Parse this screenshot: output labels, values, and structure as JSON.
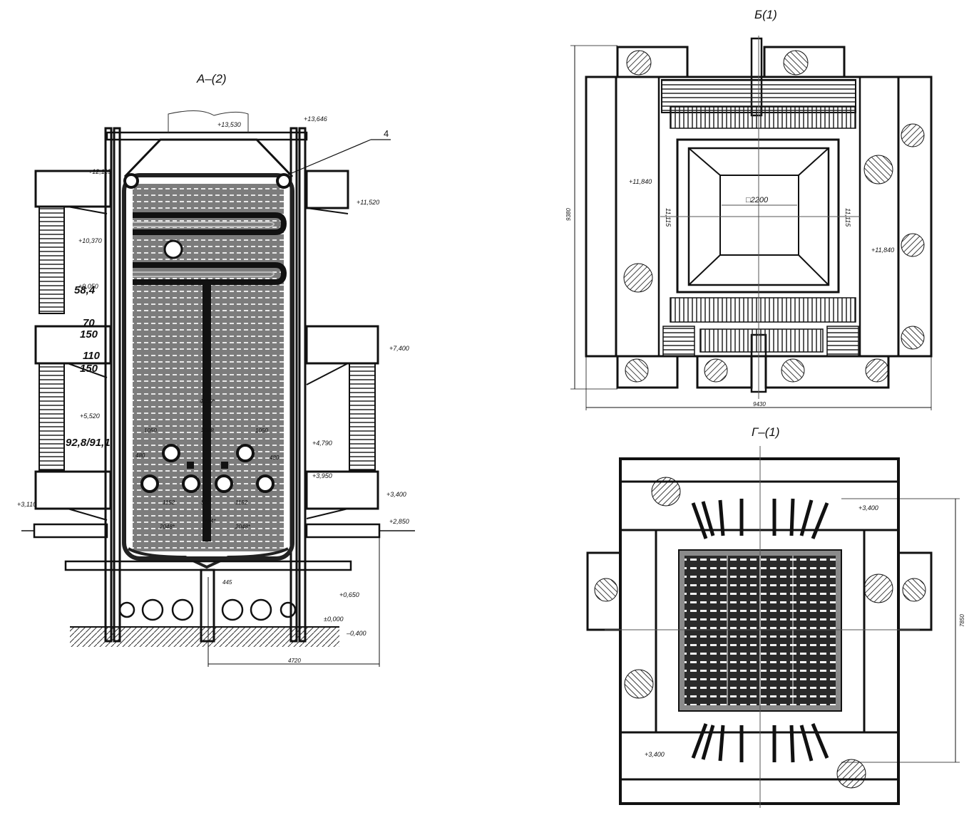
{
  "views": {
    "a": {
      "title": "A–(2)"
    },
    "b": {
      "title": "Б(1)"
    },
    "g": {
      "title": "Г–(1)"
    }
  },
  "callout": {
    "number": "4"
  },
  "elevations_a": {
    "e13646": "+13,646",
    "e13530": "+13,530",
    "e12115": "+12,115",
    "e11520": "+11,520",
    "e10370": "+10,370",
    "e9050": "+9,050",
    "e7400": "+7,400",
    "e5520": "+5,520",
    "e4790": "+4,790",
    "e3950": "+3,950",
    "e3400": "+3,400",
    "e3110": "+3,110",
    "e2850": "+2,850",
    "e0650": "+0,650",
    "e0000": "±0,000",
    "e0400": "–0,400"
  },
  "bold_values": {
    "v1": "58,4",
    "v2": "70",
    "v3": "150",
    "v4": "110",
    "v5": "150",
    "v6": "92,8/91,1"
  },
  "dims_a": {
    "d1050a": "1050",
    "d2048": "2048",
    "d1050b": "1050",
    "d480a": "480",
    "d480b": "480",
    "d1152a": "1152",
    "d896": "896",
    "d1152b": "1152",
    "d2048a": "2048*",
    "d2048b": "2048*",
    "d764": "764*",
    "d4160": "4160*",
    "d445": "445",
    "d4720": "4720"
  },
  "dims_b": {
    "sq": "□2200",
    "e11840a": "+11,840",
    "e11840b": "+11,840",
    "h9380": "9380",
    "w9430": "9430",
    "v1": "11,115",
    "v2": "11,115"
  },
  "dims_g": {
    "e3400a": "+3,400",
    "e3400b": "+3,400",
    "h7850": "7850"
  }
}
